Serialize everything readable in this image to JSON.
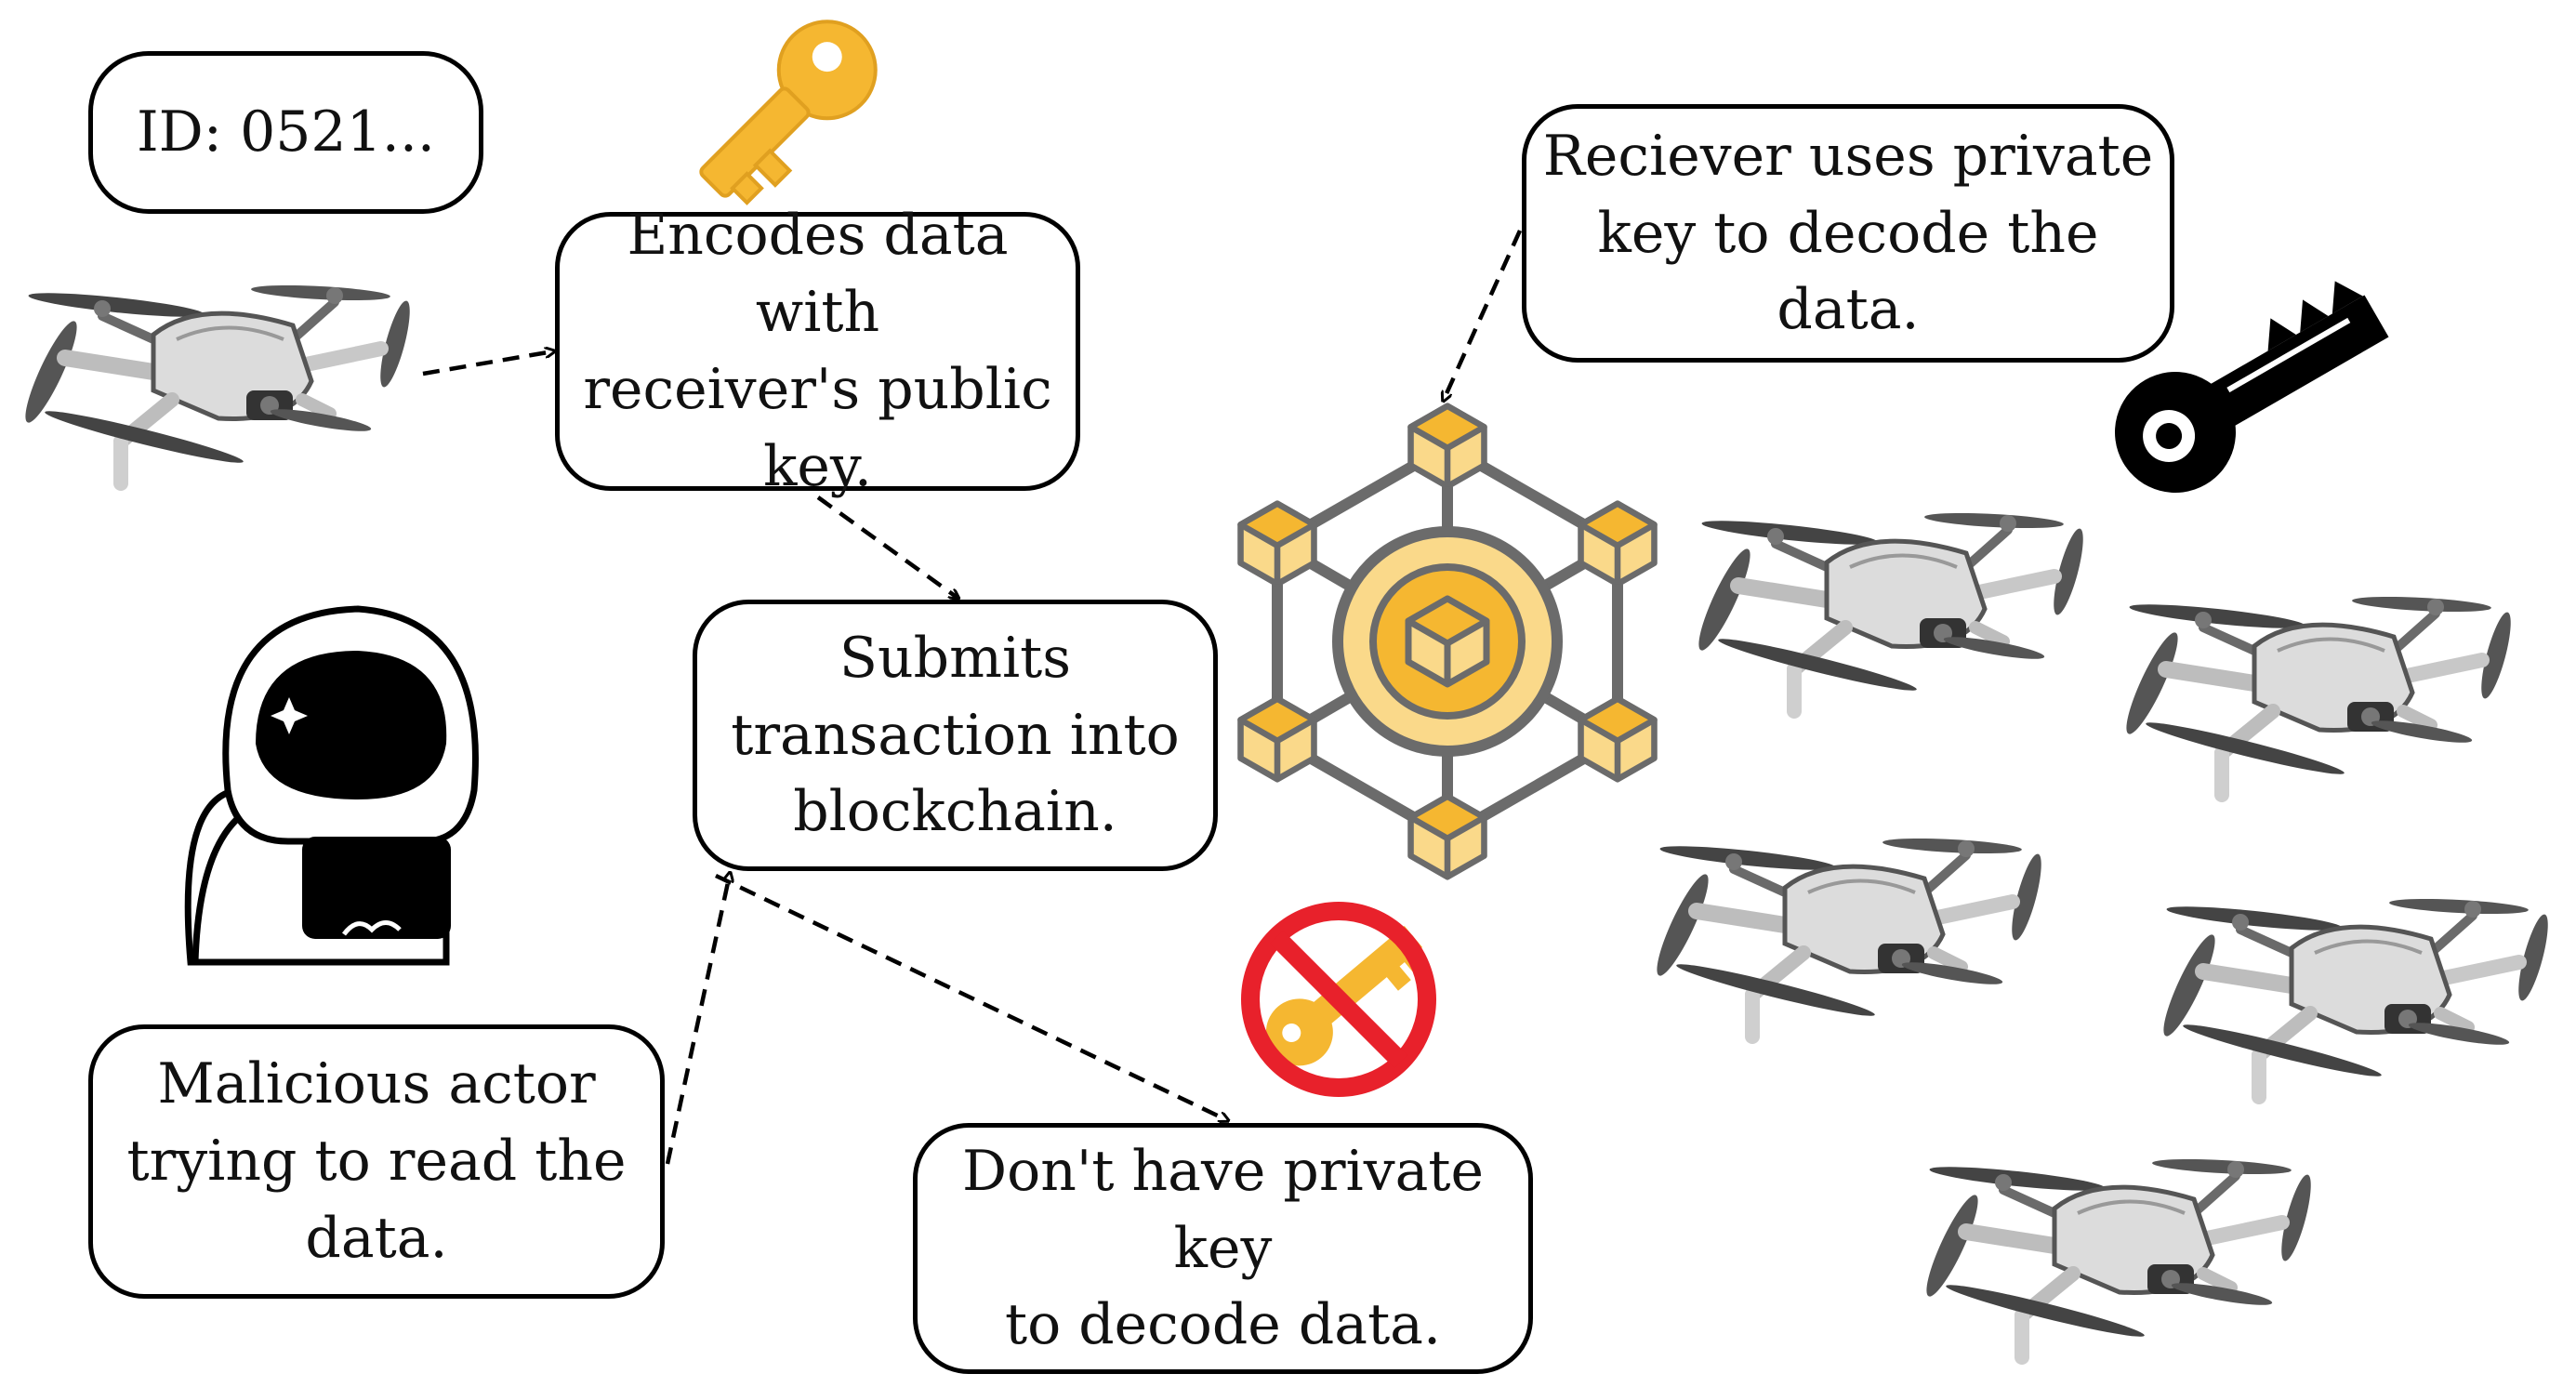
{
  "nodes": {
    "drone_id": {
      "text": "ID: 0521..."
    },
    "encode": {
      "text": "Encodes data with\nreceiver's public\nkey."
    },
    "submit": {
      "text": "Submits\ntransaction into\nblockchain."
    },
    "receiver": {
      "text": "Reciever uses private\nkey to decode the data."
    },
    "malicious": {
      "text": "Malicious actor\ntrying to read the\ndata."
    },
    "no_key": {
      "text": "Don't have private key\nto decode data."
    }
  },
  "edges": [
    {
      "from": "sender-drone",
      "to": "encode"
    },
    {
      "from": "encode",
      "to": "submit"
    },
    {
      "from": "receiver",
      "to": "blockchain"
    },
    {
      "from": "malicious",
      "to": "submit"
    },
    {
      "from": "submit",
      "to": "no_key"
    }
  ],
  "icons": [
    "drone-icon",
    "gold-key-icon",
    "black-key-icon",
    "blockchain-network-icon",
    "hacker-icon",
    "no-key-icon"
  ],
  "colors": {
    "gold": "#F5B731",
    "gold_light": "#FAD98A",
    "network_gray": "#6B6B6B",
    "no_red": "#E8212B",
    "drone_body": "#D9D9D9"
  }
}
